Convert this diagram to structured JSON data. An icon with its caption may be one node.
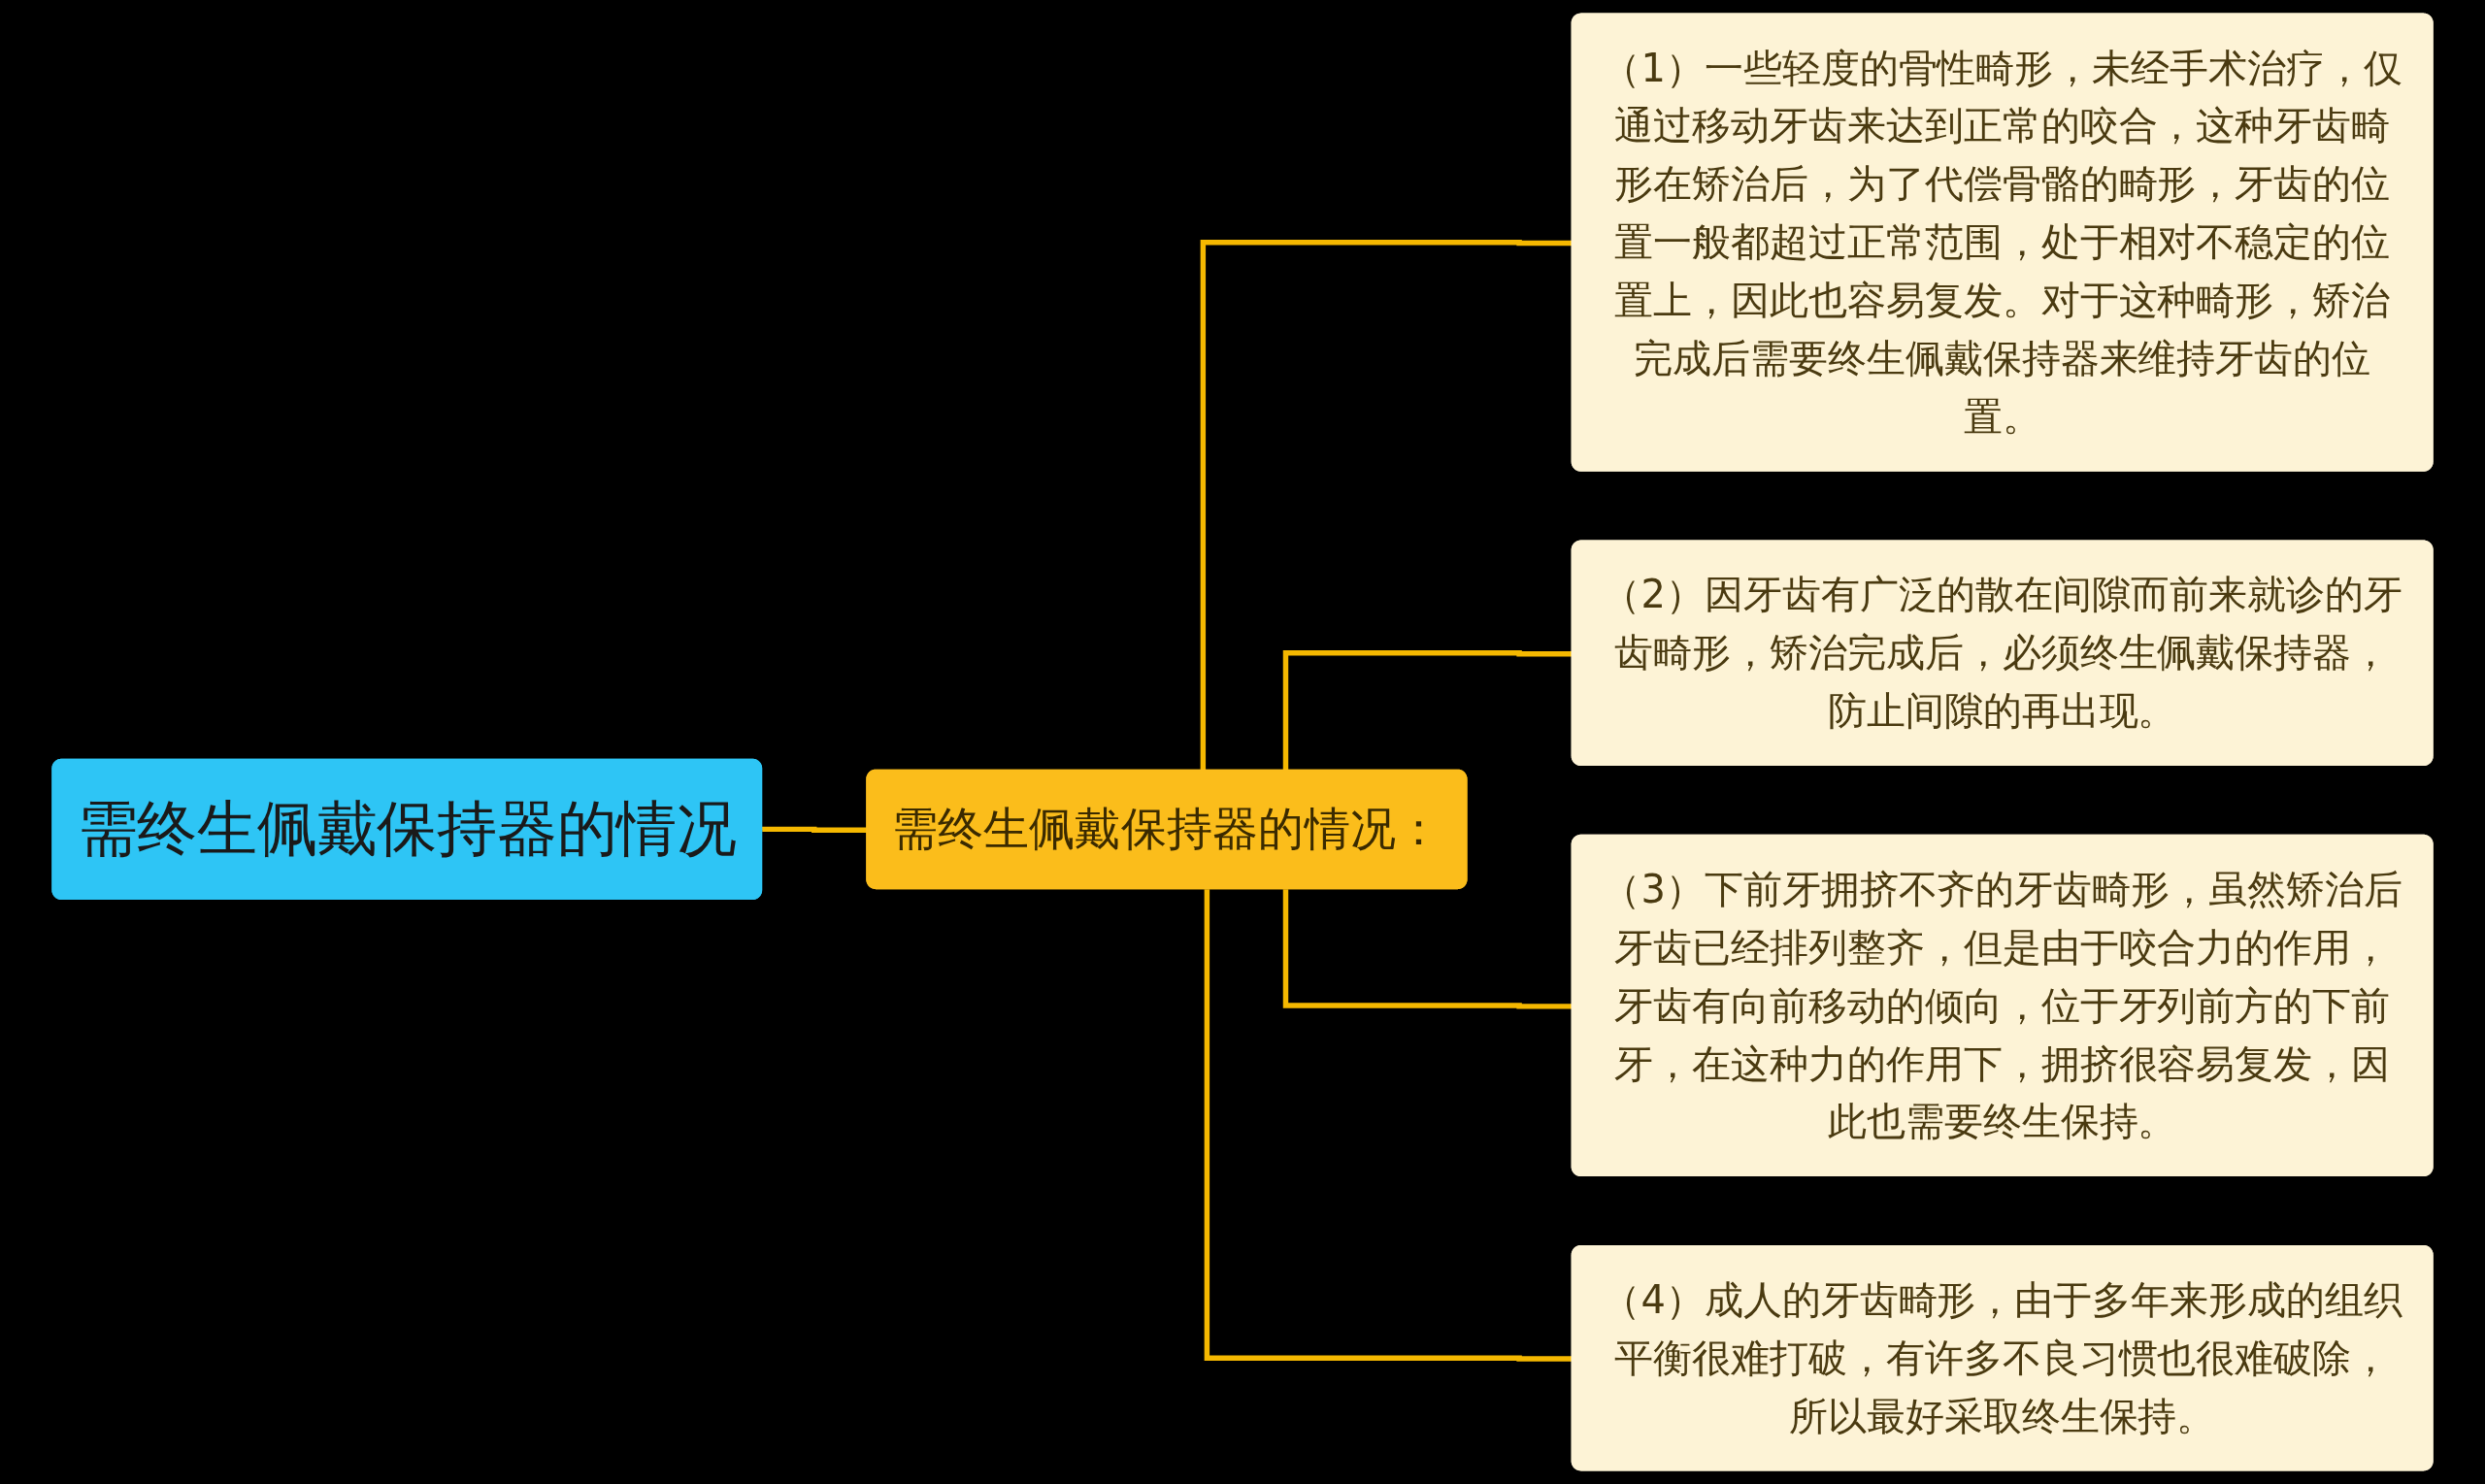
{
  "diagram": {
    "nodes": [
      {
        "text": [
          "需终生佩戴保持器的情况"
        ]
      },
      {
        "text": [
          "需终生佩戴保持器的情况："
        ]
      },
      {
        "text": [
          "（1）一些轻度的骨性畸形，未经手术治疗，仅通过移动牙齿来达到正常的咬合，这种牙齿畸形在矫治后，为了代偿骨骼的畸形，牙齿的位置一般都超过正常范围，处于相对不稳定的位置上，因此也容易复发。对于这种畸形，矫治完成后需要终生佩戴保持器来维持牙齿的位置。"
        ]
      },
      {
        "text": [
          "（2）因牙齿有广泛的散在间隙而前来就诊的牙齿畸形，矫治完成后，必须终生佩戴保持器，防止间隙的再出现。"
        ]
      },
      {
        "text": [
          "（3）下前牙拥挤不齐的牙齿畸形，虽然矫治后牙齿已经排列整齐，但是由于咬合力的作用，牙齿有向前移动的倾向，位于牙列前方的下前牙，在这种力的作用下，拥挤很容易复发，因此也需要终生保持。"
        ]
      },
      {
        "text": [
          "（4）成人的牙齿畸形，由于多年来形成的组织平衡很难打破，有许多不良习惯也很难破除，所以最好采取终生保持。"
        ]
      }
    ],
    "edges": [
      {
        "from": 0,
        "to": 1,
        "arrow": "none"
      },
      {
        "from": 1,
        "to": 2,
        "arrow": "none"
      },
      {
        "from": 1,
        "to": 3,
        "arrow": "none"
      },
      {
        "from": 1,
        "to": 4,
        "arrow": "none"
      },
      {
        "from": 1,
        "to": 5,
        "arrow": "none"
      }
    ]
  }
}
